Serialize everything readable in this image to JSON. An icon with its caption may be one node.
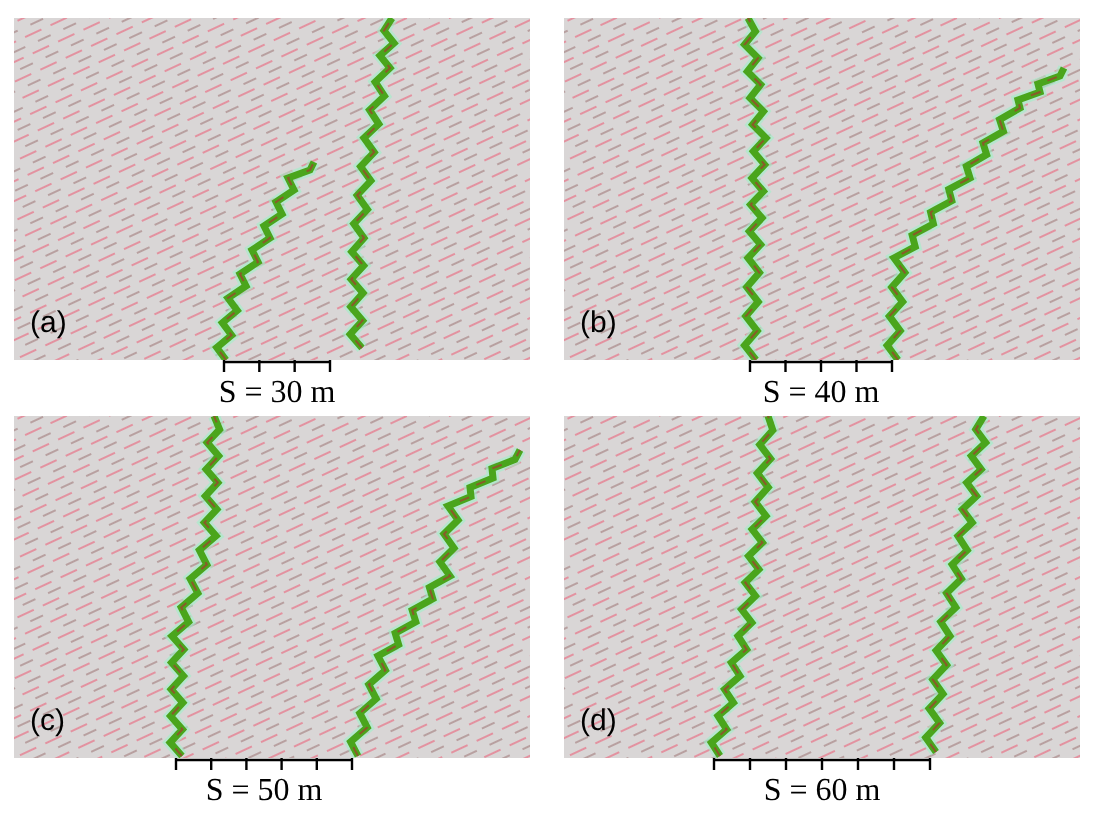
{
  "diagram": {
    "labels": [
      "(a)",
      "S = 30 m",
      "(b)",
      "S = 40 m",
      "(c)",
      "S = 50 m",
      "(d)",
      "S = 60 m"
    ]
  }
}
